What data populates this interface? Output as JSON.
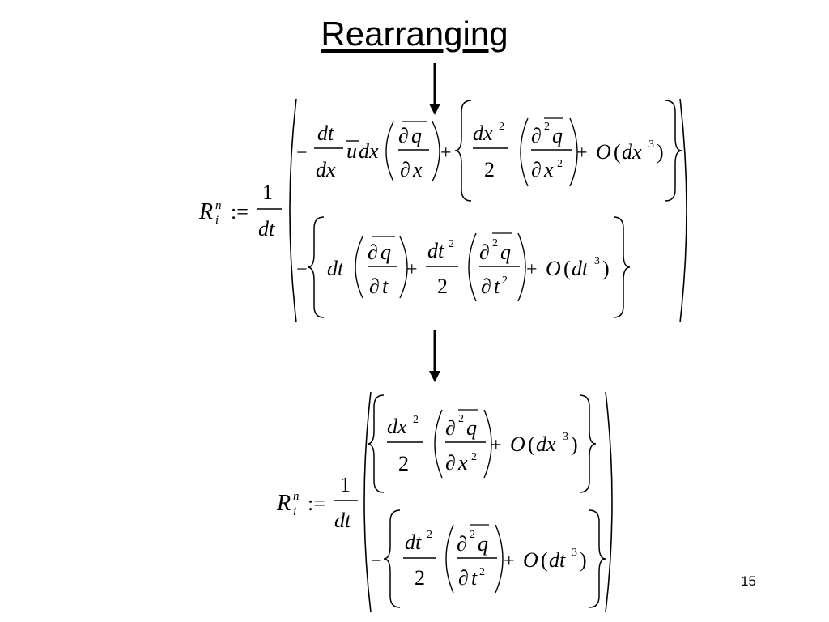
{
  "slide": {
    "title": "Rearranging",
    "page_number": "15"
  },
  "math": {
    "lhs_R": "R",
    "lhs_sup": "n",
    "lhs_sub": "i",
    "assign": ":=",
    "one": "1",
    "dt": "dt",
    "dx": "dx",
    "minus": "−",
    "plus": "+",
    "u": "u",
    "partial": "∂",
    "q": "q",
    "x": "x",
    "t": "t",
    "two": "2",
    "three": "3",
    "O": "O",
    "lparen": "(",
    "rparen": ")"
  }
}
